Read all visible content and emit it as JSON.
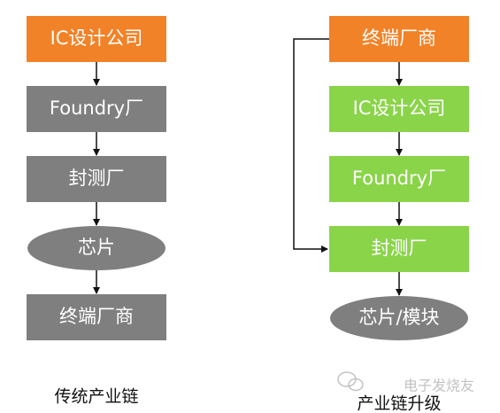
{
  "colors": {
    "orange": "#f28227",
    "gray": "#7f7f7f",
    "green": "#8ad449",
    "arrow": "#111111",
    "watermark": "#b8b8b8"
  },
  "left_chain": {
    "caption": "传统产业链",
    "nodes": [
      {
        "label": "IC设计公司",
        "shape": "rect",
        "color": "orange"
      },
      {
        "label": "Foundry厂",
        "shape": "rect",
        "color": "gray"
      },
      {
        "label": "封测厂",
        "shape": "rect",
        "color": "gray"
      },
      {
        "label": "芯片",
        "shape": "ellipse",
        "color": "gray"
      },
      {
        "label": "终端厂商",
        "shape": "rect",
        "color": "gray"
      }
    ]
  },
  "right_chain": {
    "caption": "产业链升级",
    "nodes": [
      {
        "label": "终端厂商",
        "shape": "rect",
        "color": "orange"
      },
      {
        "label": "IC设计公司",
        "shape": "rect",
        "color": "green"
      },
      {
        "label": "Foundry厂",
        "shape": "rect",
        "color": "green"
      },
      {
        "label": "封测厂",
        "shape": "rect",
        "color": "green"
      },
      {
        "label": "芯片/模块",
        "shape": "ellipse",
        "color": "gray"
      }
    ]
  },
  "watermark": {
    "text": "电子发烧友",
    "icon": "wechat-icon"
  }
}
